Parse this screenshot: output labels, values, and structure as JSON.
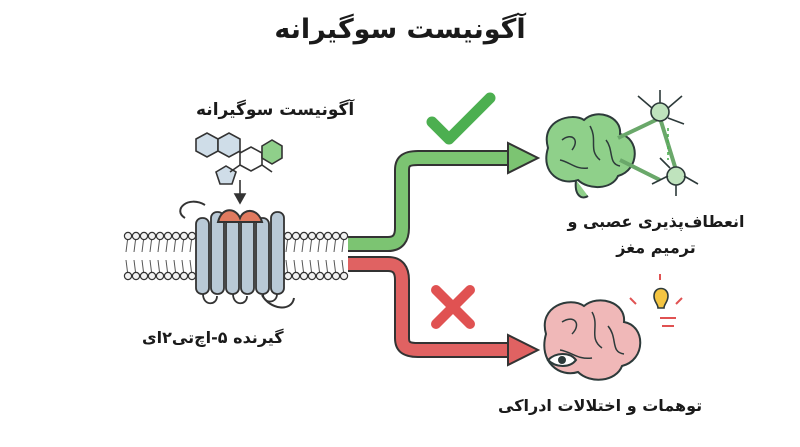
{
  "title": "آگونیست سوگیرانه",
  "ligand_label": "آگونیست سوگیرانه",
  "receptor_label": "گیرنده ۵-اچ‌تی۲ای",
  "positive_outcome": {
    "label": "انعطاف‌پذیری عصبی و ترمیم مغز",
    "color": "#5cb85c",
    "marker": "check-mark"
  },
  "negative_outcome": {
    "label": "توهمات و اختلالات ادراکی",
    "color": "#e05252",
    "marker": "x-mark"
  },
  "colors": {
    "receptor": "#b9c9d6",
    "ligand_pocket": "#e07a5f",
    "membrane_head": "#f2f2f2"
  }
}
